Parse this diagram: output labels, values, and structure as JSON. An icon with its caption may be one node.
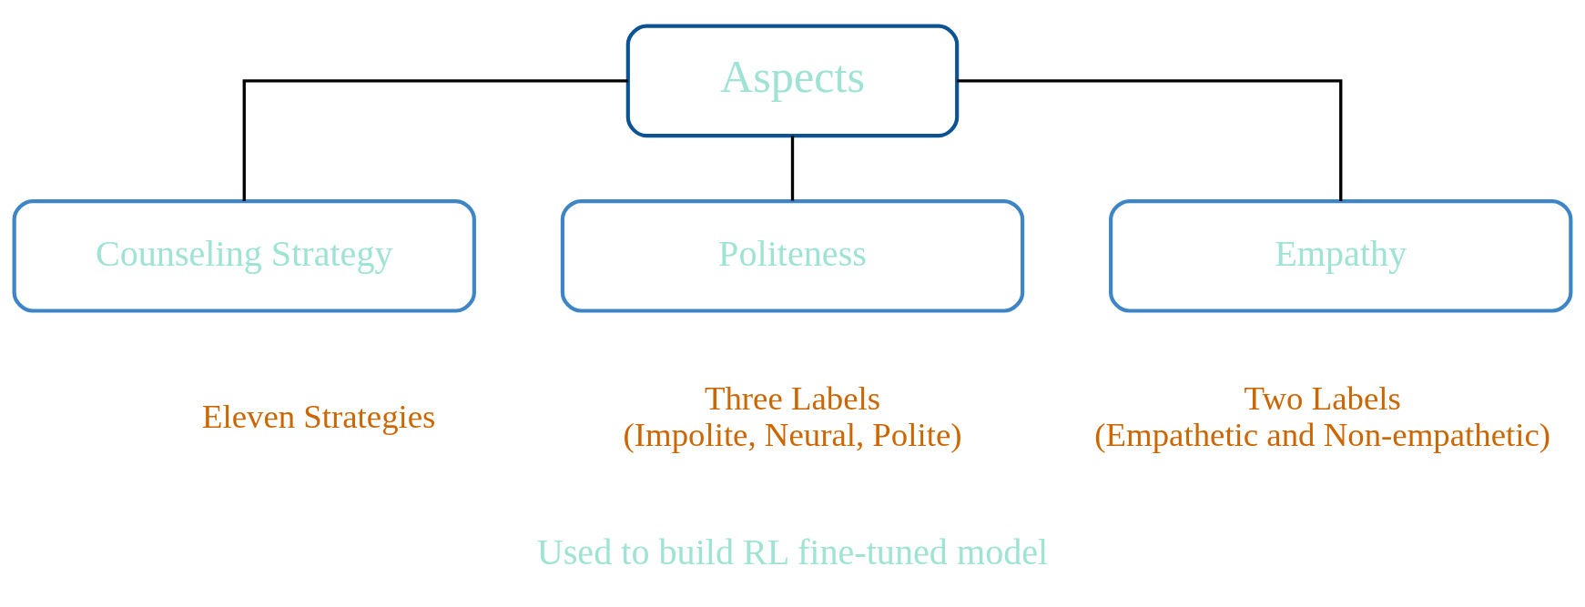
{
  "diagram": {
    "nodes": [
      {
        "text": [
          "Aspects"
        ]
      },
      {
        "text": [
          "Counseling Strategy"
        ],
        "beside": [
          "Eleven Strategies"
        ]
      },
      {
        "text": [
          "Politeness"
        ],
        "beside": [
          "Three Labels (Impolite, Neural, Polite)"
        ]
      },
      {
        "text": [
          "Empathy"
        ],
        "beside": [
          "Two Labels (Empathetic and Non-empathetic)"
        ]
      }
    ],
    "edges": [
      {
        "from": 0,
        "to": 1,
        "arrow": "none"
      },
      {
        "from": 0,
        "to": 2,
        "arrow": "none"
      },
      {
        "from": 0,
        "to": 3,
        "arrow": "none"
      }
    ],
    "labels": [
      "Used to build RL fine-tuned model"
    ]
  }
}
